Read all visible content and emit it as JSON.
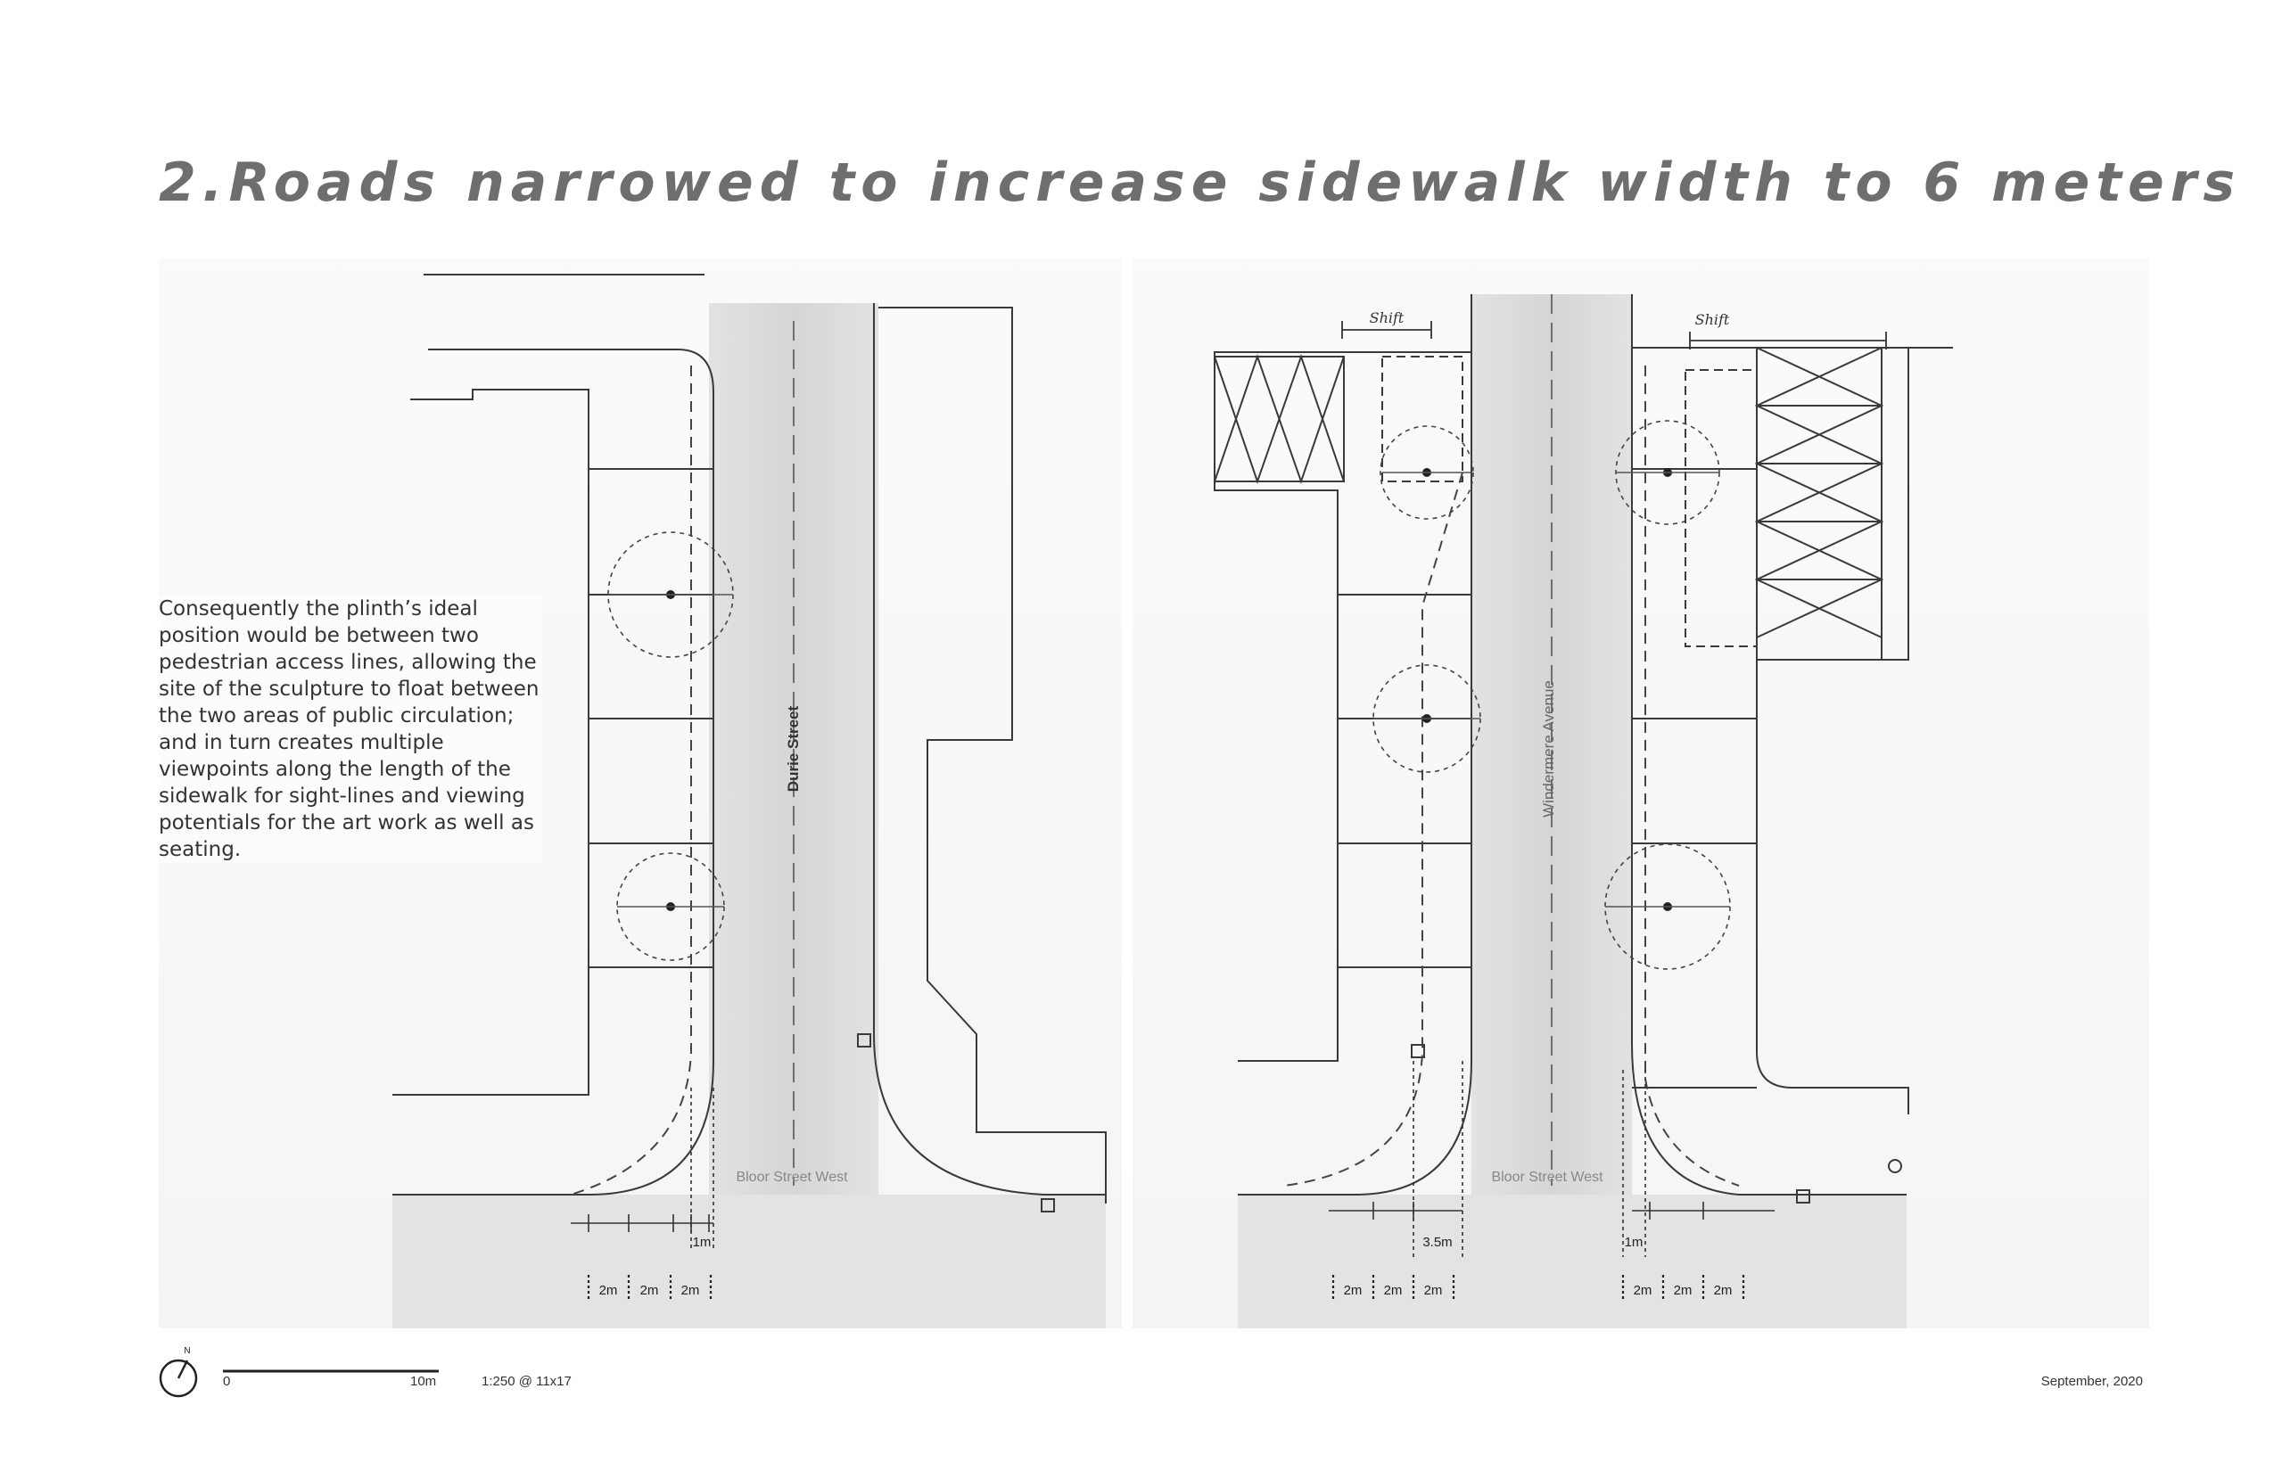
{
  "title": "2.Roads narrowed to increase sidewalk width to 6 meters",
  "description": "Consequently the plinth’s ideal position would be between two pedestrian access lines, allowing the site of the sculpture to float between the two areas of public circulation; and in turn creates multiple viewpoints along the length of the sidewalk for sight-lines and viewing potentials for the art work as well as seating.",
  "streets": {
    "durie": "Durie Street",
    "windermere": "Windermere Avenue",
    "bloor_left": "Bloor Street West",
    "bloor_right": "Bloor Street West"
  },
  "annotations": {
    "shift_left": "Shift",
    "shift_right": "Shift",
    "dim_1m_a": "1m",
    "dim_1m_b": "1m",
    "dim_3_5m": "3.5m",
    "dim_2m": "2m"
  },
  "footer": {
    "north": "N",
    "scale_start": "0",
    "scale_end": "10m",
    "scale_ratio": "1:250 @ 11x17",
    "date": "September, 2020"
  }
}
